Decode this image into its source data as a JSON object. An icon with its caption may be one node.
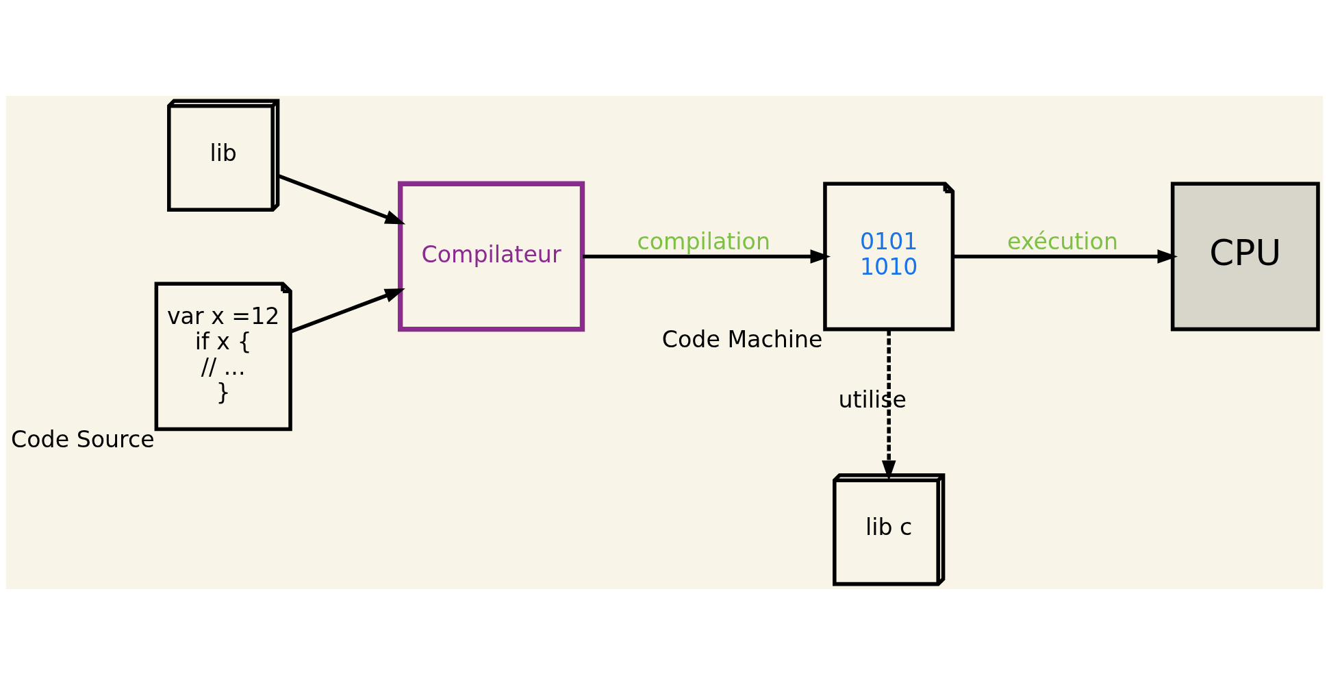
{
  "diagram": {
    "nodes": [
      {
        "text": [
          "lib"
        ]
      },
      {
        "text": [
          "var x =12",
          "if x {",
          "// ...",
          "}"
        ],
        "beside": [
          "Code Source"
        ]
      },
      {
        "text": [
          "Compilateur"
        ]
      },
      {
        "text": [
          "0101",
          "1010"
        ],
        "beside": [
          "Code Machine"
        ]
      },
      {
        "text": [
          "lib c"
        ]
      },
      {
        "text": [
          "CPU"
        ]
      }
    ],
    "edges": [
      {
        "from": 0,
        "to": 2,
        "arrow": "to"
      },
      {
        "from": 1,
        "to": 2,
        "arrow": "to"
      },
      {
        "from": 2,
        "to": 3,
        "arrow": "to",
        "label": "compilation"
      },
      {
        "from": 3,
        "to": 4,
        "arrow": "to",
        "label": "utilise",
        "style": "dashed"
      },
      {
        "from": 3,
        "to": 5,
        "arrow": "to",
        "label": "exécution"
      }
    ]
  }
}
